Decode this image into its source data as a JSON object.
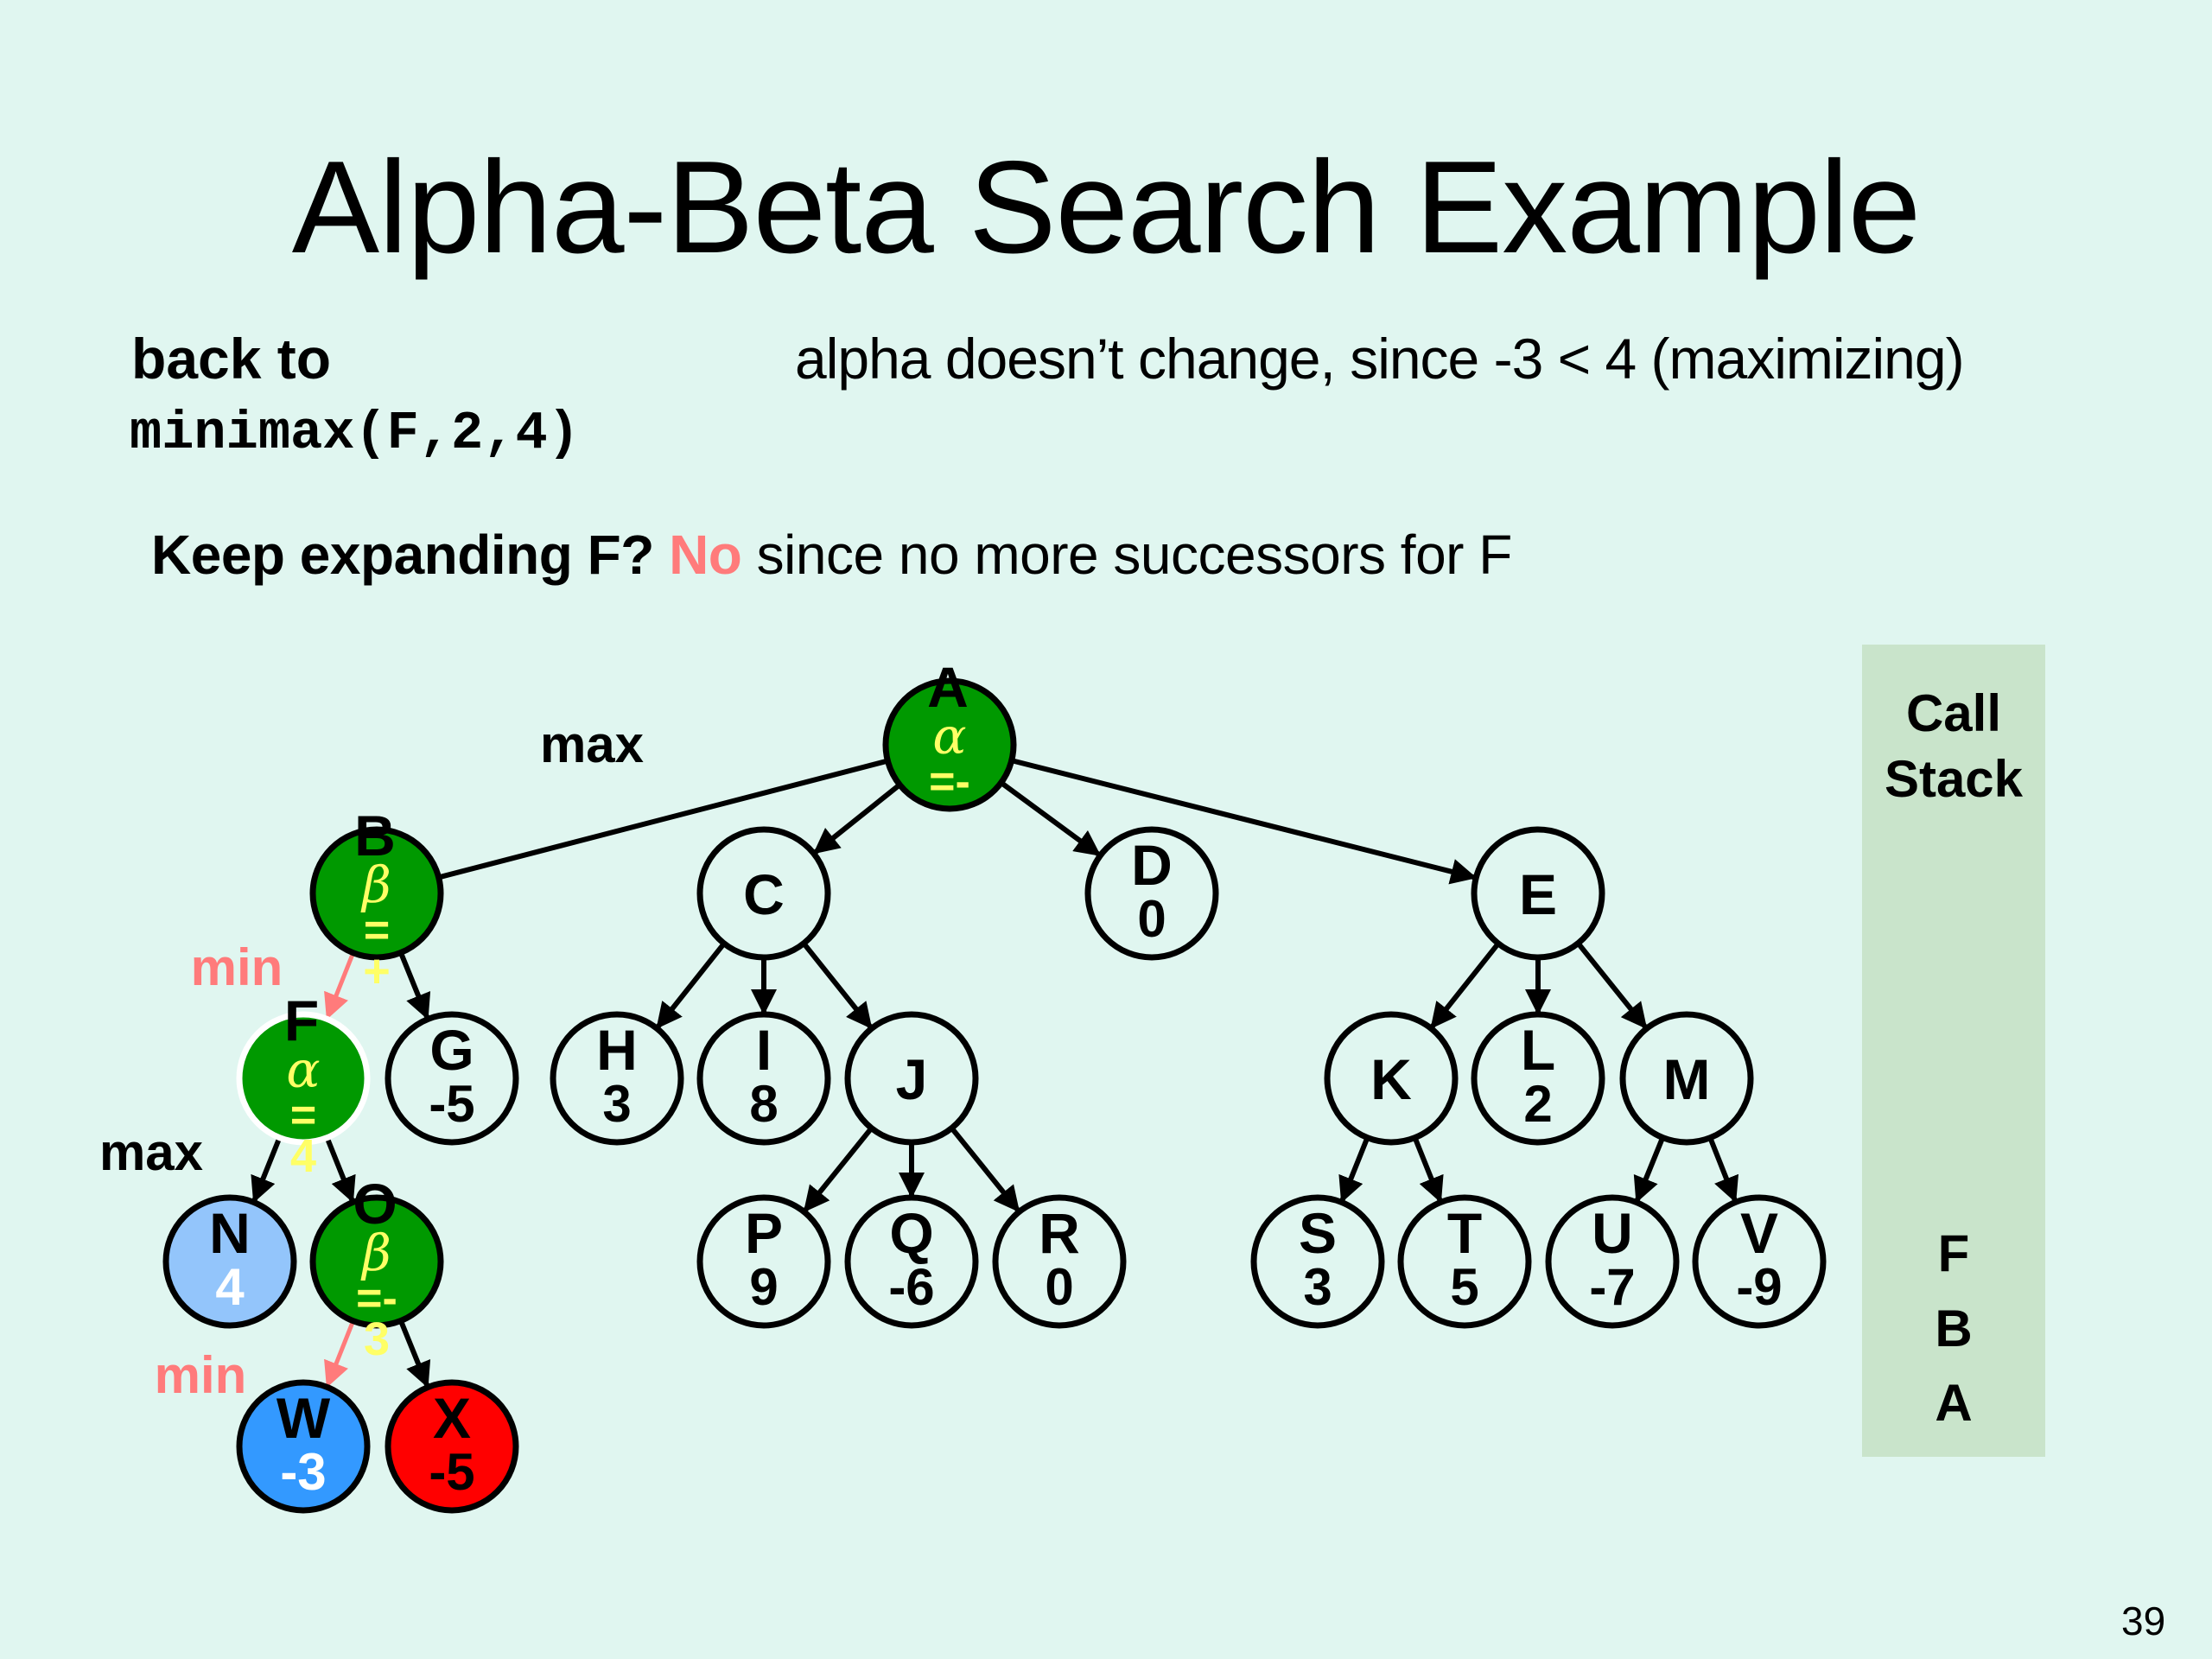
{
  "slide": {
    "title": "Alpha-Beta Search Example",
    "back_to_label": "back to",
    "code_call": "minimax(F,2,4)",
    "note": "alpha doesn’t change, since -3 < 4  (maximizing)",
    "question": {
      "prefix": "Keep expanding F?",
      "answer": "No",
      "suffix": " since no more successors for F"
    },
    "page_number": "39"
  },
  "colors": {
    "background": "#e0f6f0",
    "node_active": "#009900",
    "node_text_active": "#ffff66",
    "node_leaf_visited": "#93c5fb",
    "node_leaf_current": "#3399ff",
    "node_pruned": "#ff0000",
    "min_label": "#ff7b7b",
    "stack_panel": "#c9e4cb"
  },
  "call_stack": {
    "title_line1": "Call",
    "title_line2": "Stack",
    "frames": [
      "F",
      "B",
      "A"
    ]
  },
  "level_labels": [
    {
      "id": "max-a",
      "text": "max",
      "color": "black"
    },
    {
      "id": "min-b",
      "text": "min",
      "color": "pink"
    },
    {
      "id": "max-f",
      "text": "max",
      "color": "black"
    },
    {
      "id": "min-o",
      "text": "min",
      "color": "pink"
    }
  ],
  "tree": {
    "nodes": [
      {
        "id": "A",
        "value": "",
        "annot": "α =-",
        "state": "active"
      },
      {
        "id": "B",
        "value": "",
        "annot": "β = +",
        "state": "active"
      },
      {
        "id": "C",
        "value": "",
        "state": "plain"
      },
      {
        "id": "D",
        "value": "0",
        "state": "plain"
      },
      {
        "id": "E",
        "value": "",
        "state": "plain"
      },
      {
        "id": "F",
        "value": "",
        "annot": "α = 4",
        "state": "current"
      },
      {
        "id": "G",
        "value": "-5",
        "state": "plain"
      },
      {
        "id": "H",
        "value": "3",
        "state": "plain"
      },
      {
        "id": "I",
        "value": "8",
        "state": "plain"
      },
      {
        "id": "J",
        "value": "",
        "state": "plain"
      },
      {
        "id": "K",
        "value": "",
        "state": "plain"
      },
      {
        "id": "L",
        "value": "2",
        "state": "plain"
      },
      {
        "id": "M",
        "value": "",
        "state": "plain"
      },
      {
        "id": "N",
        "value": "4",
        "state": "visited-leaf"
      },
      {
        "id": "O",
        "value": "",
        "annot": "β =- 3",
        "state": "active"
      },
      {
        "id": "P",
        "value": "9",
        "state": "plain"
      },
      {
        "id": "Q",
        "value": "-6",
        "state": "plain"
      },
      {
        "id": "R",
        "value": "0",
        "state": "plain"
      },
      {
        "id": "S",
        "value": "3",
        "state": "plain"
      },
      {
        "id": "T",
        "value": "5",
        "state": "plain"
      },
      {
        "id": "U",
        "value": "-7",
        "state": "plain"
      },
      {
        "id": "V",
        "value": "-9",
        "state": "plain"
      },
      {
        "id": "W",
        "value": "-3",
        "state": "evaluated-leaf"
      },
      {
        "id": "X",
        "value": "-5",
        "state": "pruned"
      }
    ],
    "edges": [
      {
        "from": "A",
        "to": "B",
        "highlight": false,
        "arrow": false
      },
      {
        "from": "A",
        "to": "C",
        "highlight": false,
        "arrow": true
      },
      {
        "from": "A",
        "to": "D",
        "highlight": false,
        "arrow": true
      },
      {
        "from": "A",
        "to": "E",
        "highlight": false,
        "arrow": true
      },
      {
        "from": "B",
        "to": "F",
        "highlight": true,
        "arrow": true
      },
      {
        "from": "B",
        "to": "G",
        "highlight": false,
        "arrow": true
      },
      {
        "from": "C",
        "to": "H",
        "highlight": false,
        "arrow": true
      },
      {
        "from": "C",
        "to": "I",
        "highlight": false,
        "arrow": true
      },
      {
        "from": "C",
        "to": "J",
        "highlight": false,
        "arrow": true
      },
      {
        "from": "E",
        "to": "K",
        "highlight": false,
        "arrow": true
      },
      {
        "from": "E",
        "to": "L",
        "highlight": false,
        "arrow": true
      },
      {
        "from": "E",
        "to": "M",
        "highlight": false,
        "arrow": true
      },
      {
        "from": "F",
        "to": "N",
        "highlight": false,
        "arrow": true
      },
      {
        "from": "F",
        "to": "O",
        "highlight": false,
        "arrow": true
      },
      {
        "from": "J",
        "to": "P",
        "highlight": false,
        "arrow": true
      },
      {
        "from": "J",
        "to": "Q",
        "highlight": false,
        "arrow": true
      },
      {
        "from": "J",
        "to": "R",
        "highlight": false,
        "arrow": true
      },
      {
        "from": "K",
        "to": "S",
        "highlight": false,
        "arrow": true
      },
      {
        "from": "K",
        "to": "T",
        "highlight": false,
        "arrow": true
      },
      {
        "from": "M",
        "to": "U",
        "highlight": false,
        "arrow": true
      },
      {
        "from": "M",
        "to": "V",
        "highlight": false,
        "arrow": true
      },
      {
        "from": "O",
        "to": "W",
        "highlight": true,
        "arrow": true
      },
      {
        "from": "O",
        "to": "X",
        "highlight": false,
        "arrow": true
      }
    ]
  }
}
